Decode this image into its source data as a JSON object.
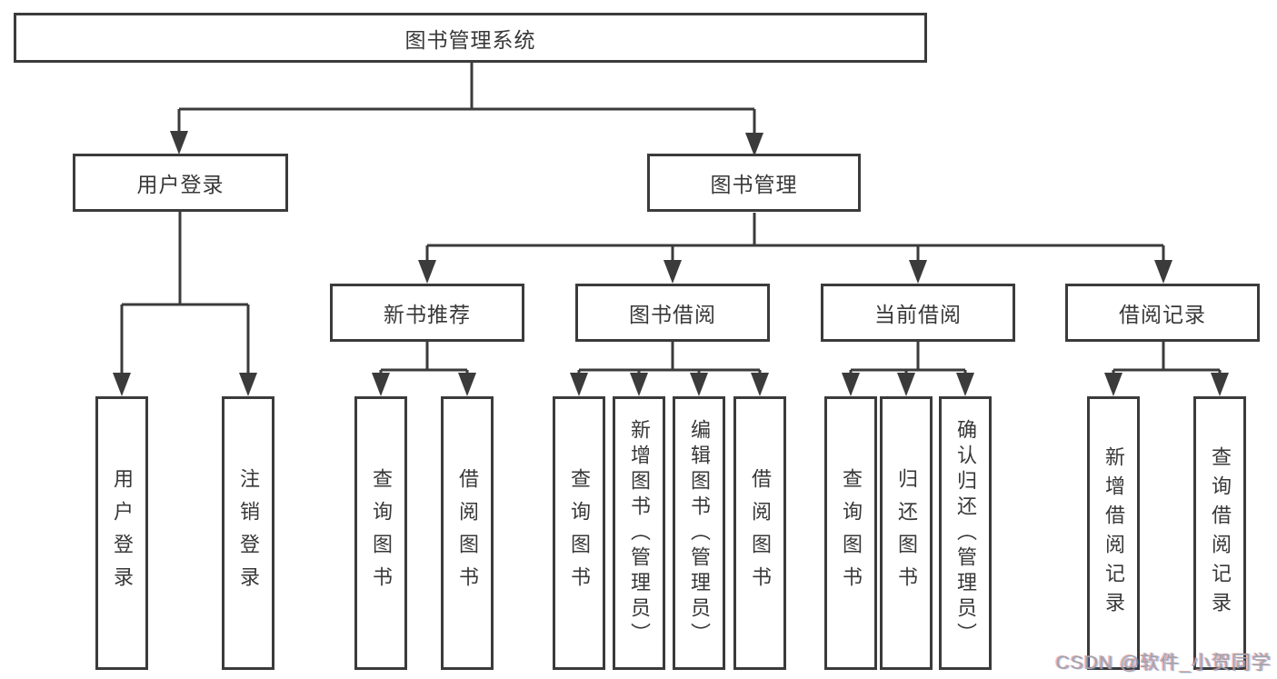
{
  "colors": {
    "line": "#3b3b3b",
    "box_border": "#3b3b3b",
    "text": "#383838",
    "background": "#ffffff",
    "watermark": "#a3a3a8"
  },
  "diagram": {
    "root": {
      "label": "图书管理系统"
    },
    "level2": [
      {
        "label": "用户登录"
      },
      {
        "label": "图书管理"
      }
    ],
    "level3": [
      {
        "label": "新书推荐"
      },
      {
        "label": "图书借阅"
      },
      {
        "label": "当前借阅"
      },
      {
        "label": "借阅记录"
      }
    ],
    "leaves": [
      {
        "label": "用户登录",
        "parent": "用户登录"
      },
      {
        "label": "注销登录",
        "parent": "用户登录"
      },
      {
        "label": "查询图书",
        "parent": "新书推荐"
      },
      {
        "label": "借阅图书",
        "parent": "新书推荐"
      },
      {
        "label": "查询图书",
        "parent": "图书借阅"
      },
      {
        "label": "新增图书（管理员）",
        "parent": "图书借阅"
      },
      {
        "label": "编辑图书（管理员）",
        "parent": "图书借阅"
      },
      {
        "label": "借阅图书",
        "parent": "图书借阅"
      },
      {
        "label": "查询图书",
        "parent": "当前借阅"
      },
      {
        "label": "归还图书",
        "parent": "当前借阅"
      },
      {
        "label": "确认归还（管理员）",
        "parent": "当前借阅"
      },
      {
        "label": "新增借阅记录",
        "parent": "借阅记录"
      },
      {
        "label": "查询借阅记录",
        "parent": "借阅记录"
      }
    ]
  },
  "watermark": {
    "text": "CSDN @软件_小贺同学"
  }
}
